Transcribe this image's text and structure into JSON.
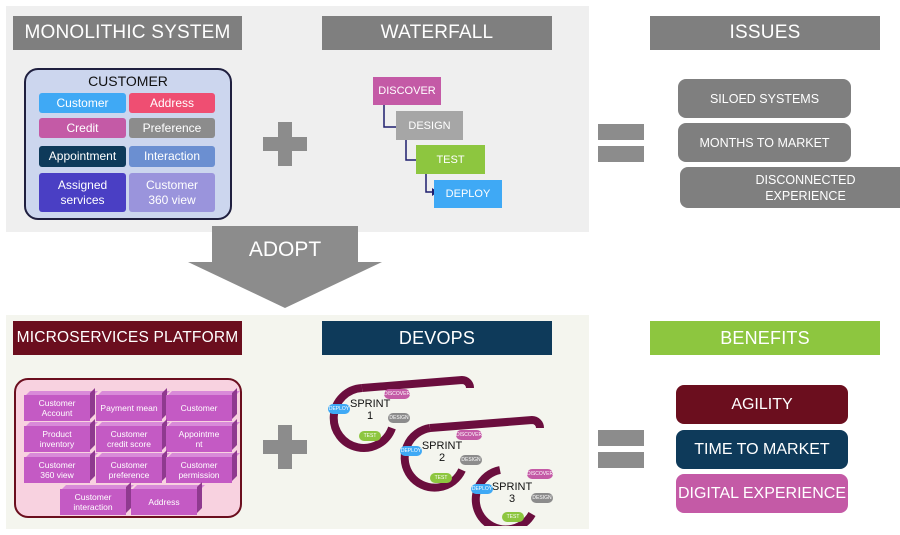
{
  "colors": {
    "panel_bg": "#efefef",
    "header_gray": "#7f7f7f",
    "microservices_red": "#6b0e1e",
    "devops_navy": "#0e3a5a",
    "benefits_green": "#8dc63f",
    "cube_magenta": "#c45ac4"
  },
  "top": {
    "monolithic": {
      "title": "MONOLITHIC SYSTEM",
      "box_title": "CUSTOMER",
      "modules": [
        "Customer",
        "Address",
        "Credit",
        "Preference",
        "Appointment",
        "Interaction",
        "Assigned services",
        "Customer 360 view"
      ]
    },
    "waterfall": {
      "title": "WATERFALL",
      "steps": [
        "DISCOVER",
        "DESIGN",
        "TEST",
        "DEPLOY"
      ]
    },
    "issues": {
      "title": "ISSUES",
      "items": [
        "SILOED SYSTEMS",
        "MONTHS TO MARKET",
        "DISCONNECTED EXPERIENCE"
      ]
    }
  },
  "adopt_label": "ADOPT",
  "bottom": {
    "microservices": {
      "title": "MICROSERVICES PLATFORM",
      "services": [
        "Customer Account",
        "Payment mean",
        "Customer",
        "Product inventory",
        "Customer credit score",
        "Appointme nt",
        "Customer 360 view",
        "Customer preference",
        "Customer permission",
        "Customer interaction",
        "Address"
      ]
    },
    "devops": {
      "title": "DEVOPS",
      "sprint_word": "SPRINT",
      "sprints": [
        "1",
        "2",
        "3"
      ],
      "stage_labels": [
        "DISCOVER",
        "DESIGN",
        "TEST",
        "DEPLOY"
      ]
    },
    "benefits": {
      "title": "BENEFITS",
      "items": [
        "AGILITY",
        "TIME TO MARKET",
        "DIGITAL EXPERIENCE"
      ]
    }
  }
}
